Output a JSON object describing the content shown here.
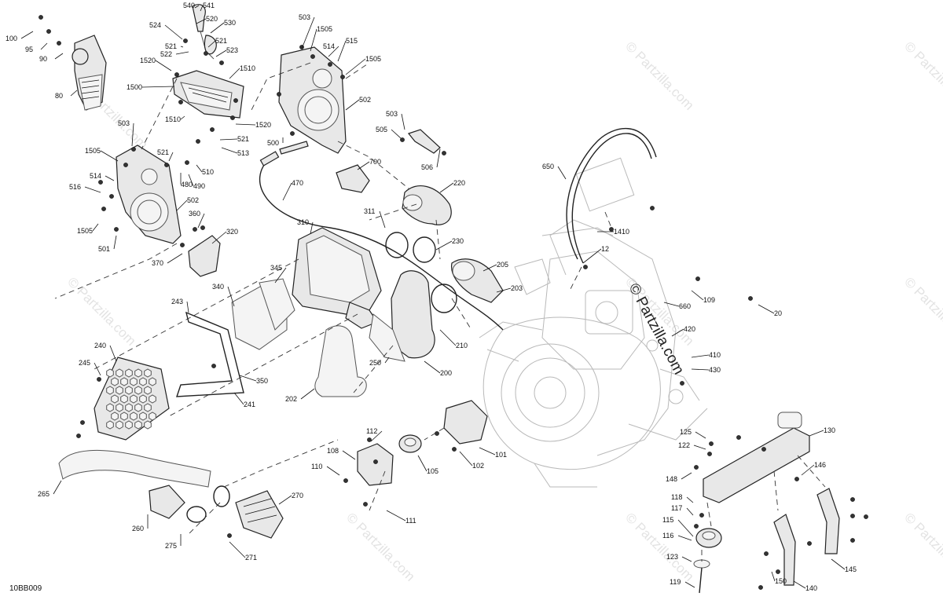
{
  "diagram": {
    "code": "10BB009",
    "watermark": "© Partzilla.com",
    "watermark_count": 9
  },
  "callouts": [
    {
      "label": "540"
    },
    {
      "label": "541"
    },
    {
      "label": "520"
    },
    {
      "label": "530"
    },
    {
      "label": "524"
    },
    {
      "label": "521"
    },
    {
      "label": "522"
    },
    {
      "label": "521"
    },
    {
      "label": "523"
    },
    {
      "label": "1520"
    },
    {
      "label": "1510"
    },
    {
      "label": "1500"
    },
    {
      "label": "1510"
    },
    {
      "label": "1520"
    },
    {
      "label": "521"
    },
    {
      "label": "513"
    },
    {
      "label": "510"
    },
    {
      "label": "490"
    },
    {
      "label": "480"
    },
    {
      "label": "521"
    },
    {
      "label": "100"
    },
    {
      "label": "95"
    },
    {
      "label": "90"
    },
    {
      "label": "80"
    },
    {
      "label": "503"
    },
    {
      "label": "1505"
    },
    {
      "label": "514"
    },
    {
      "label": "516"
    },
    {
      "label": "1505"
    },
    {
      "label": "501"
    },
    {
      "label": "502"
    },
    {
      "label": "360"
    },
    {
      "label": "320"
    },
    {
      "label": "370"
    },
    {
      "label": "503"
    },
    {
      "label": "1505"
    },
    {
      "label": "514"
    },
    {
      "label": "515"
    },
    {
      "label": "1505"
    },
    {
      "label": "502"
    },
    {
      "label": "500"
    },
    {
      "label": "503"
    },
    {
      "label": "505"
    },
    {
      "label": "506"
    },
    {
      "label": "700"
    },
    {
      "label": "470"
    },
    {
      "label": "220"
    },
    {
      "label": "311"
    },
    {
      "label": "310"
    },
    {
      "label": "230"
    },
    {
      "label": "205"
    },
    {
      "label": "203"
    },
    {
      "label": "345"
    },
    {
      "label": "340"
    },
    {
      "label": "243"
    },
    {
      "label": "240"
    },
    {
      "label": "245"
    },
    {
      "label": "350"
    },
    {
      "label": "241"
    },
    {
      "label": "202"
    },
    {
      "label": "250"
    },
    {
      "label": "200"
    },
    {
      "label": "210"
    },
    {
      "label": "650"
    },
    {
      "label": "1410"
    },
    {
      "label": "12"
    },
    {
      "label": "109"
    },
    {
      "label": "20"
    },
    {
      "label": "660"
    },
    {
      "label": "420"
    },
    {
      "label": "410"
    },
    {
      "label": "430"
    },
    {
      "label": "112"
    },
    {
      "label": "108"
    },
    {
      "label": "110"
    },
    {
      "label": "105"
    },
    {
      "label": "102"
    },
    {
      "label": "101"
    },
    {
      "label": "111"
    },
    {
      "label": "265"
    },
    {
      "label": "260"
    },
    {
      "label": "275"
    },
    {
      "label": "270"
    },
    {
      "label": "271"
    },
    {
      "label": "125"
    },
    {
      "label": "122"
    },
    {
      "label": "130"
    },
    {
      "label": "148"
    },
    {
      "label": "146"
    },
    {
      "label": "118"
    },
    {
      "label": "117"
    },
    {
      "label": "115"
    },
    {
      "label": "116"
    },
    {
      "label": "123"
    },
    {
      "label": "119"
    },
    {
      "label": "150"
    },
    {
      "label": "140"
    },
    {
      "label": "145"
    }
  ]
}
